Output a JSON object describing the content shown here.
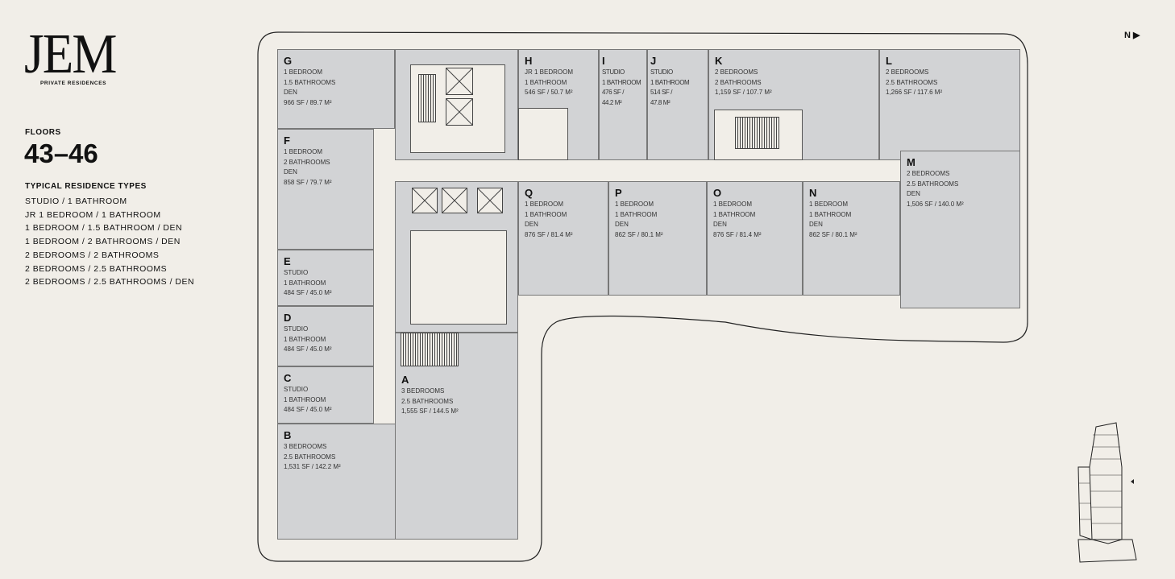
{
  "brand": {
    "name": "JEM",
    "tagline": "PRIVATE RESIDENCES"
  },
  "floors": {
    "label": "FLOORS",
    "value": "43–46"
  },
  "types": {
    "title": "TYPICAL RESIDENCE TYPES",
    "items": [
      "STUDIO / 1 BATHROOM",
      "JR 1 BEDROOM / 1 BATHROOM",
      "1 BEDROOM / 1.5 BATHROOM / DEN",
      "1 BEDROOM / 2 BATHROOMS / DEN",
      "2 BEDROOMS / 2 BATHROOMS",
      "2 BEDROOMS / 2.5 BATHROOMS",
      "2 BEDROOMS / 2.5 BATHROOMS / DEN"
    ]
  },
  "north": "N",
  "units": {
    "G": {
      "l": "G",
      "a": "1 BEDROOM",
      "b": "1.5 BATHROOMS",
      "c": "DEN",
      "d": "966 SF / 89.7 M²"
    },
    "F": {
      "l": "F",
      "a": "1 BEDROOM",
      "b": "2 BATHROOMS",
      "c": "DEN",
      "d": "858 SF / 79.7 M²"
    },
    "E": {
      "l": "E",
      "a": "STUDIO",
      "b": "1 BATHROOM",
      "d": "484 SF / 45.0 M²"
    },
    "D": {
      "l": "D",
      "a": "STUDIO",
      "b": "1 BATHROOM",
      "d": "484 SF / 45.0 M²"
    },
    "C": {
      "l": "C",
      "a": "STUDIO",
      "b": "1 BATHROOM",
      "d": "484 SF / 45.0 M²"
    },
    "B": {
      "l": "B",
      "a": "3 BEDROOMS",
      "b": "2.5 BATHROOMS",
      "d": "1,531 SF / 142.2 M²"
    },
    "A": {
      "l": "A",
      "a": "3 BEDROOMS",
      "b": "2.5 BATHROOMS",
      "d": "1,555 SF / 144.5 M²"
    },
    "H": {
      "l": "H",
      "a": "JR 1 BEDROOM",
      "b": "1 BATHROOM",
      "d": "546 SF / 50.7 M²"
    },
    "I": {
      "l": "I",
      "a": "STUDIO",
      "b": "1 BATHROOM",
      "c": "476 SF /",
      "d": "44.2 M²"
    },
    "J": {
      "l": "J",
      "a": "STUDIO",
      "b": "1 BATHROOM",
      "c": "514 SF /",
      "d": "47.8 M²"
    },
    "K": {
      "l": "K",
      "a": "2 BEDROOMS",
      "b": "2 BATHROOMS",
      "d": "1,159 SF / 107.7 M²"
    },
    "L": {
      "l": "L",
      "a": "2 BEDROOMS",
      "b": "2.5 BATHROOMS",
      "d": "1,266 SF / 117.6 M²"
    },
    "Q": {
      "l": "Q",
      "a": "1 BEDROOM",
      "b": "1 BATHROOM",
      "c": "DEN",
      "d": "876 SF / 81.4 M²"
    },
    "P": {
      "l": "P",
      "a": "1 BEDROOM",
      "b": "1 BATHROOM",
      "c": "DEN",
      "d": "862 SF / 80.1 M²"
    },
    "O": {
      "l": "O",
      "a": "1 BEDROOM",
      "b": "1 BATHROOM",
      "c": "DEN",
      "d": "876 SF / 81.4 M²"
    },
    "N": {
      "l": "N",
      "a": "1 BEDROOM",
      "b": "1 BATHROOM",
      "c": "DEN",
      "d": "862 SF / 80.1 M²"
    },
    "M": {
      "l": "M",
      "a": "2 BEDROOMS",
      "b": "2.5 BATHROOMS",
      "c": "DEN",
      "d": "1,506 SF / 140.0 M²"
    }
  }
}
